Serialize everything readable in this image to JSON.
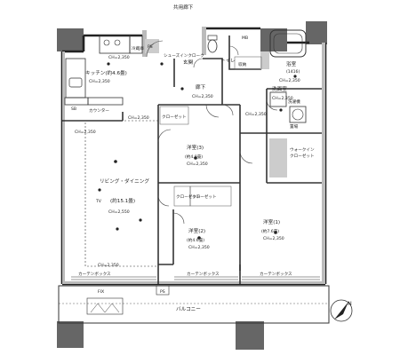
{
  "labels": {
    "corridor": "共用廊下",
    "kitchen": "キッチン(約4.6畳)",
    "kitchen_ch": "CH=2,350",
    "kitchen_ch2": "CH=2,350",
    "living": "リビング・ダイニング",
    "living_size": "(約15.1畳)",
    "living_ch": "CH=2,550",
    "entrance": "玄関",
    "shoes": "シューズインクローク",
    "toilet": "トイレ",
    "storage": "収納",
    "hall": "廊下",
    "hall_ch": "CH=2,350",
    "bath": "浴室",
    "bath_size": "(1416)",
    "washroom": "洗面室",
    "washroom_ch": "CH=2,350",
    "w1": "洗濯機",
    "w2": "置場",
    "closet": "クローゼット",
    "closet2": "クローゼット",
    "closet3": "クローゼット",
    "walkin": "ウォークイン",
    "walkin2": "クローゼット",
    "room3": "洋室(3)",
    "room3_size": "(約4.0畳)",
    "room3_ch": "CH=2,350",
    "room2": "洋室(2)",
    "room2_size": "(約4.6畳)",
    "room2_ch": "CH=2,350",
    "room1": "洋室(1)",
    "room1_size": "(約7.6畳)",
    "room1_ch": "CH=2,350",
    "balcony": "バルコニー",
    "curtain1": "カーテンボックス",
    "curtain2": "カーテンボックス",
    "curtain3": "カーテンボックス",
    "ch_small1": "CH=2,350",
    "ch_small2": "CH=2,350",
    "ch_small3": "CH=2,350",
    "ch_small4": "CH=2,350",
    "ch_small5": "CH=2,350",
    "ps": "PS",
    "ps2": "PS",
    "mb": "MB",
    "fix": "FIX",
    "counter": "カウンター",
    "north": "N",
    "sb": "SB",
    "tv": "TV",
    "ref": "冷蔵庫"
  }
}
